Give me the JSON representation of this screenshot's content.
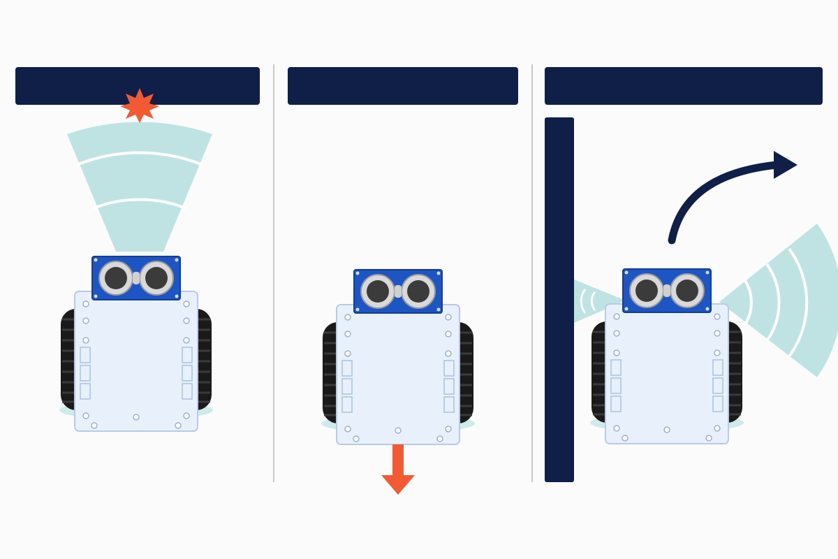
{
  "panels": [
    {
      "id": "obstacle-ahead",
      "description_visible": false
    },
    {
      "id": "reverse"
    },
    {
      "id": "scan-and-turn"
    }
  ],
  "colors": {
    "wall": "#0f1f48",
    "sonar": "#bfe3e3",
    "sonar_ring": "#ffffff",
    "impact": "#f15a33",
    "arrow_down": "#f15a33",
    "arrow_turn": "#0f1f48",
    "sensor_board": "#1e55c4",
    "chassis": "#e8f1fb",
    "tire": "#1a1a1a",
    "rim": "#f2d21b",
    "shadow": "#cfeaea",
    "divider": "#c8c8c8"
  },
  "icons": [
    "impact-burst-icon",
    "down-arrow-icon",
    "turn-arrow-icon",
    "robot-car-icon",
    "ultrasonic-sensor-icon"
  ]
}
